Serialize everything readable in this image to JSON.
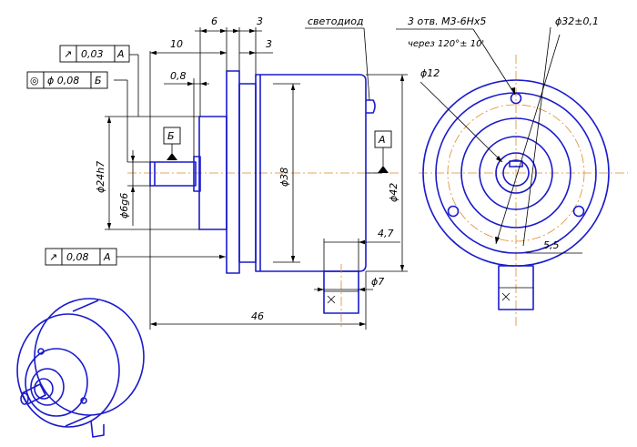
{
  "dimensions": {
    "d6": "6",
    "d3_top": "3",
    "d10": "10",
    "d3_mid": "3",
    "d08": "0,8",
    "d24": "ϕ24h7",
    "d6g6": "ϕ6g6",
    "d38": "ϕ38",
    "d42": "ϕ42",
    "d47": "4,7",
    "d7": "ϕ7",
    "d46": "46",
    "d12": "ϕ12",
    "d32": "ϕ32±0,1",
    "d55": "5,5"
  },
  "labels": {
    "led": "светодиод",
    "holes_line1": "3 отв. М3-6Нх5",
    "holes_line2": "через 120°± 10'"
  },
  "tolerances": {
    "runout_top": {
      "symbol": "↗",
      "value": "0,03",
      "datum": "А"
    },
    "coaxial": {
      "symbol": "◎",
      "value": "ϕ 0,08",
      "datum": "Б"
    },
    "runout_bottom": {
      "symbol": "↗",
      "value": "0,08",
      "datum": "А"
    }
  },
  "datums": {
    "b": "Б",
    "a": "А"
  }
}
